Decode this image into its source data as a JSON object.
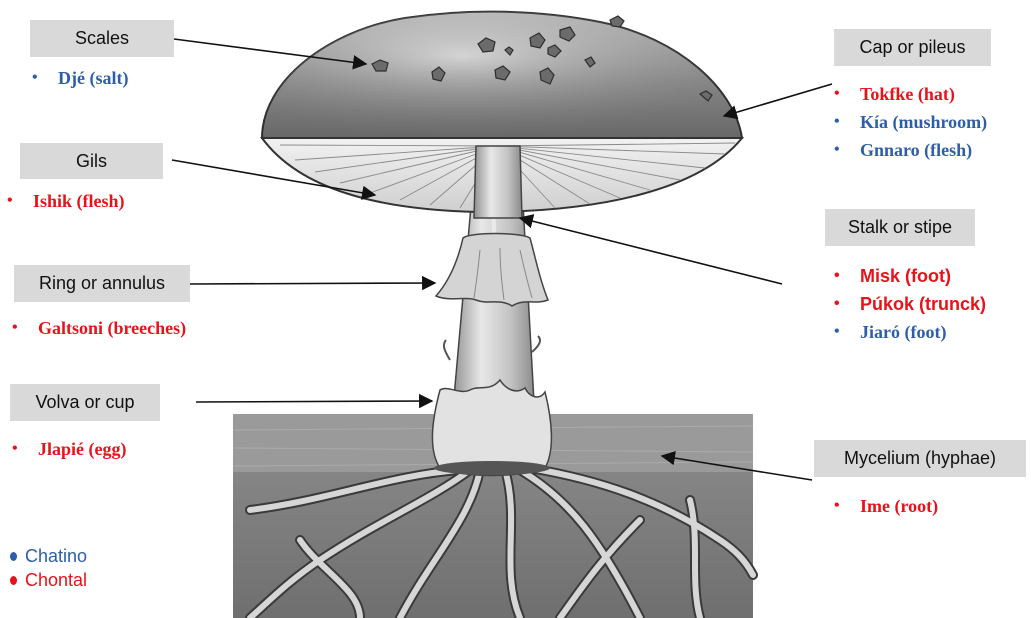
{
  "colors": {
    "chatino": "#2e5ea8",
    "chontal": "#e8121b"
  },
  "parts": {
    "scales": {
      "label": "Scales",
      "items": [
        {
          "text": "Djé (salt)",
          "lang": "chatino"
        }
      ]
    },
    "gills": {
      "label": "Gils",
      "items": [
        {
          "text": "Ishik (flesh)",
          "lang": "chontal"
        }
      ]
    },
    "ring": {
      "label": "Ring or annulus",
      "items": [
        {
          "text": "Galtsoni (breeches)",
          "lang": "chontal"
        }
      ]
    },
    "volva": {
      "label": "Volva or cup",
      "items": [
        {
          "text": "Jlapié (egg)",
          "lang": "chontal"
        }
      ]
    },
    "cap": {
      "label": "Cap or pileus",
      "items": [
        {
          "text": "Tokfke (hat)",
          "lang": "chontal"
        },
        {
          "text": "Kía (mushroom)",
          "lang": "chatino"
        },
        {
          "text": "Gnnaro (flesh)",
          "lang": "chatino"
        }
      ]
    },
    "stalk": {
      "label": "Stalk or stipe",
      "items": [
        {
          "text": "Misk (foot)",
          "lang": "chontal"
        },
        {
          "text": "Púkok (trunck)",
          "lang": "chontal"
        },
        {
          "text": "Jiaró (foot)",
          "lang": "chatino"
        }
      ]
    },
    "mycelium": {
      "label": "Mycelium (hyphae)",
      "items": [
        {
          "text": "Ime (root)",
          "lang": "chontal"
        }
      ]
    }
  },
  "legend": [
    {
      "label": "Chatino",
      "lang": "chatino"
    },
    {
      "label": "Chontal",
      "lang": "chontal"
    }
  ]
}
